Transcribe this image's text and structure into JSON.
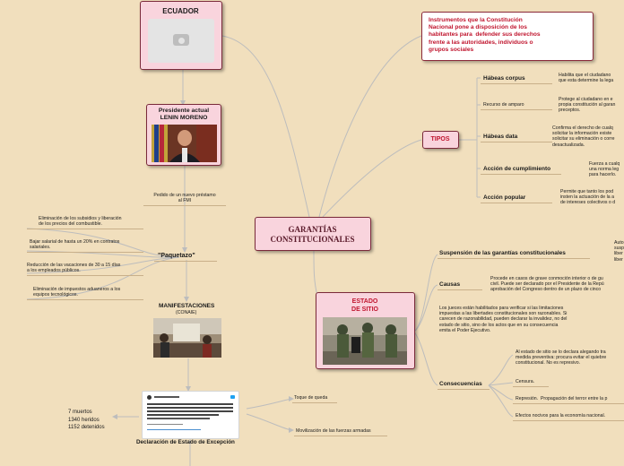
{
  "central": {
    "title": "GARANTÍAS\nCONSTITUCIONALES"
  },
  "left": {
    "ecuador": {
      "title": "ECUADOR"
    },
    "president": {
      "title": "Presidente actual\nLENIN MORENO"
    },
    "imf": {
      "text": "Pedido de un nuevo préstamo\nal FMI"
    },
    "paquetazo": {
      "title": "\"Paquetazo\"",
      "items": [
        "Eliminación de los subsidios y liberación\nde los precios del combustible.",
        "Bajar salarial de hasta un 20% en contratos\nsalariales.",
        "Reducción de las vacaciones de 30 a 15 días\na los empleados públicos.",
        "Eliminación de impuestos aduaneros a los\nequipos tecnológicos."
      ]
    },
    "manifestaciones": {
      "title": "MANIFESTACIONES",
      "subtitle": "(CONAIE)"
    },
    "tweet": {
      "text": "Declaración de Estado de Excepción"
    },
    "stats": {
      "text": "7 muertos\n1340 heridos\n1152 detenidos"
    },
    "toque": {
      "text": "Toque de queda"
    },
    "movilizacion": {
      "text": "Movilización de las fuerzas armadas"
    }
  },
  "right": {
    "instrumentos": {
      "text": "Instrumentos que la Constitución\nNacional pone a disposición de los\nhabitantes para  defender sus derechos\nfrente a las autoridades, individuos o\ngrupos sociales"
    },
    "tipos": {
      "label": "TIPOS",
      "items": [
        {
          "name": "Hábeas corpus",
          "desc": "Habilita que el ciudadano\nque esta determine la lega"
        },
        {
          "name": "Recurso de amparo",
          "desc": "Protege al ciudadano en e\npropia constitución al garan\npreceptos."
        },
        {
          "name": "Hábeas data",
          "desc": "Confirma el derecho de cualq\nsolicitar la información existe\nsolicitar su eliminación o corre\ndesactualizada."
        },
        {
          "name": "Acción de cumplimiento",
          "desc": "Fuerza a cualq\nuna norma leg\npara hacerlo."
        },
        {
          "name": "Acción popular",
          "desc": "Permite que tanto los pod\ninsten la actuación de la a\nde intereses colectivos o d"
        }
      ]
    },
    "estado_sitio": {
      "title": "ESTADO\nDE SITIO",
      "suspension": {
        "label": "Suspensión de las garantías constitucionales",
        "desc": "Auto\nsusp\nliber\nliber"
      },
      "causas": {
        "label": "Causas",
        "desc1": "Procede en casos de grave conmoción interior o de gu\ncivil. Puede ser declarado por el Presidente de la Repú\naprobación del Congreso dentro de un plazo de cinco",
        "desc2": "Los jueces están habilitados para verificar si las limitaciones\nimpuestas a las libertades constitucionales son razonables. Si\ncarecen de razonabilidad, pueden declarar la invalidez, no del\nestado de sitio, sino de los actos que en su consecuencia\nemita el Poder Ejecutivo."
      },
      "consecuencias": {
        "label": "Consecuencias",
        "items": [
          "Al estado de sitio se lo declara alegando tra\nmedida preventiva: procura evitar el quiebre\nconstitucional. No es represivo.",
          "Censura.",
          "Represión.  Propagación del terror entre la p",
          "Efectos nocivos para la economía nacional."
        ]
      }
    }
  },
  "colors": {
    "background": "#f1dfbd",
    "node_fill": "#f9d4dd",
    "node_border": "#7a2a3a",
    "title_red": "#c0152e",
    "line": "#b7b7b7"
  }
}
